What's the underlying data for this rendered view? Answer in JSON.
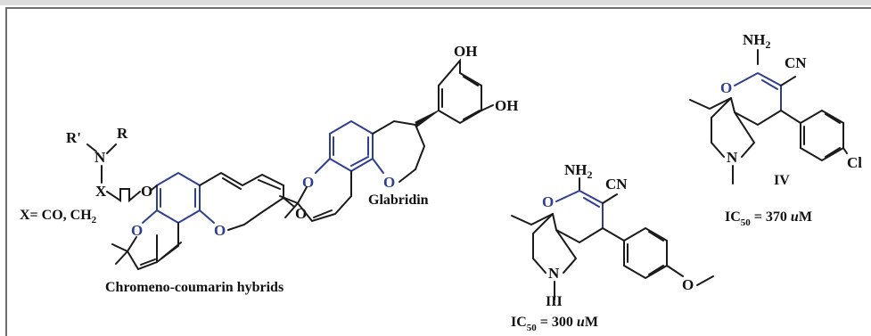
{
  "colors": {
    "bond": "#1a1a1a",
    "highlight": "#2e3f8f",
    "text": "#111111"
  },
  "atoms": {
    "O": "O",
    "N": "N",
    "X": "X",
    "R": "R",
    "R_prime": "R'",
    "OH": "OH",
    "NH": "NH",
    "sub2": "2",
    "CN": "CN",
    "Cl": "Cl"
  },
  "labels": {
    "x_substituent": "X= CO, CH",
    "x_sub": "2",
    "chromeno_coumarin": "Chromeno-coumarin hybrids",
    "glabridin": "Glabridin",
    "compound_3": "III",
    "compound_4": "IV",
    "ic50_prefix": "IC",
    "ic50_sub": "50",
    "ic50_3": " = 300 ",
    "ic50_4": " = 370 ",
    "unit_italic": "u",
    "unit_rest": "M"
  }
}
